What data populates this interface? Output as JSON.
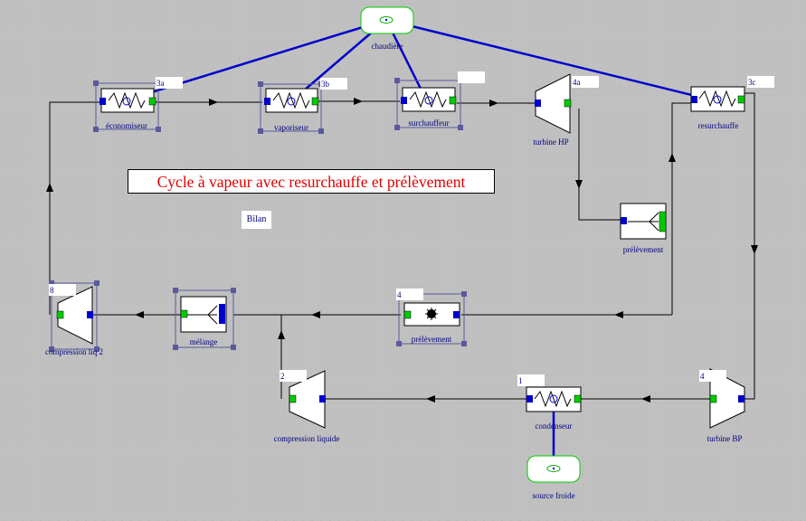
{
  "diagram": {
    "title": "Cycle à vapeur avec resurchauffe et prélèvement",
    "bilan": "Bilan",
    "components": {
      "chaudiere": "chaudière",
      "economiseur": "économiseur",
      "vaporiseur": "vaporiseur",
      "surchauffeur": "surchauffeur",
      "turbine_hp": "turbine HP",
      "resurchauffe": "resurchauffe",
      "prelevement_1": "prélèvement",
      "prelevement_2": "prélèvement",
      "melange": "mélange",
      "compression_liq_2": "compression liq 2",
      "compression_liquide": "compression liquide",
      "condenseur": "condenseur",
      "turbine_bp": "turbine BP",
      "source_froide": "source froide"
    },
    "points": {
      "p3a": "3a",
      "p3b": "3b",
      "p4a": "4a",
      "p3c": "3c",
      "p1": "1",
      "p2": "2",
      "p4": "4",
      "p8": "8",
      "p4b": "4"
    },
    "colors": {
      "background": "#c0c0c0",
      "flow_line": "#000000",
      "heat_line": "#0000cc",
      "selection": "#5a5a9c",
      "port_in": "#00cc00",
      "port_out": "#0000cc",
      "title_text": "#e00000",
      "label_text": "#000080"
    }
  }
}
